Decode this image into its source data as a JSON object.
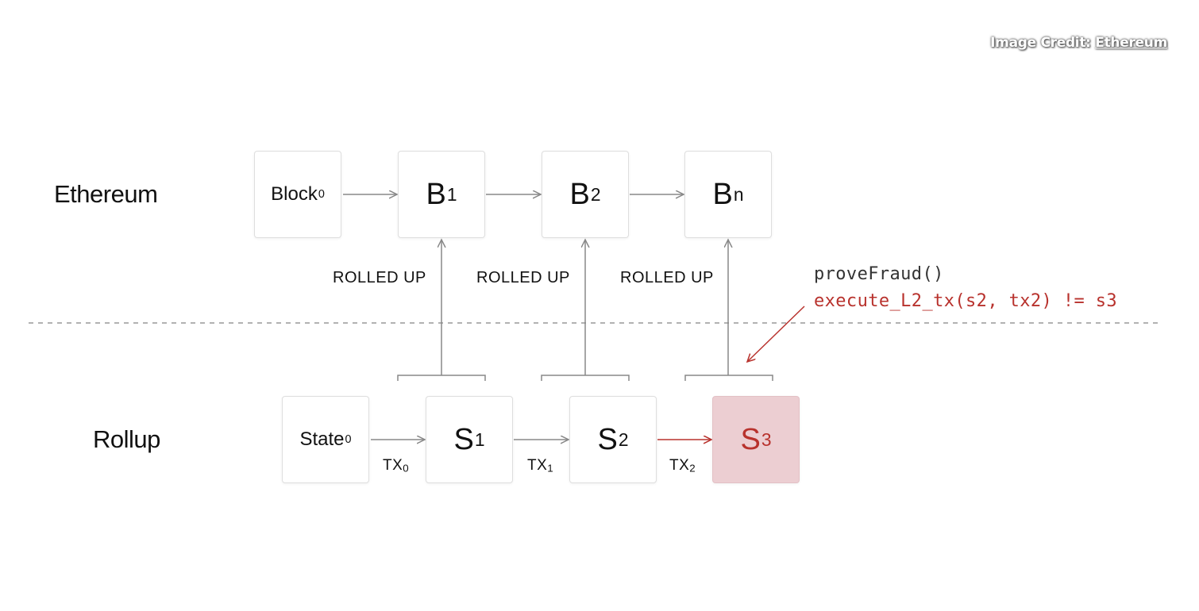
{
  "credit": {
    "prefix": "Image Credit:",
    "link": "Ethereum"
  },
  "rows": {
    "top_label": "Ethereum",
    "bottom_label": "Rollup"
  },
  "ethereum_blocks": [
    {
      "base": "Block",
      "sub": "0"
    },
    {
      "base": "B",
      "sub": "1"
    },
    {
      "base": "B",
      "sub": "2"
    },
    {
      "base": "B",
      "sub": "n"
    }
  ],
  "rollup_states": [
    {
      "base": "State",
      "sub": "0"
    },
    {
      "base": "S",
      "sub": "1"
    },
    {
      "base": "S",
      "sub": "2"
    },
    {
      "base": "S",
      "sub": "3"
    }
  ],
  "transactions": [
    {
      "base": "TX",
      "sub": "0"
    },
    {
      "base": "TX",
      "sub": "1"
    },
    {
      "base": "TX",
      "sub": "2"
    }
  ],
  "rolled_up_label": "ROLLED UP",
  "fraud_proof": {
    "call": "proveFraud()",
    "condition": "execute_L2_tx(s2, tx2) != s3"
  },
  "colors": {
    "fraud_red": "#b8322d",
    "fraud_fill": "#ecced2",
    "line_gray": "#888888"
  }
}
